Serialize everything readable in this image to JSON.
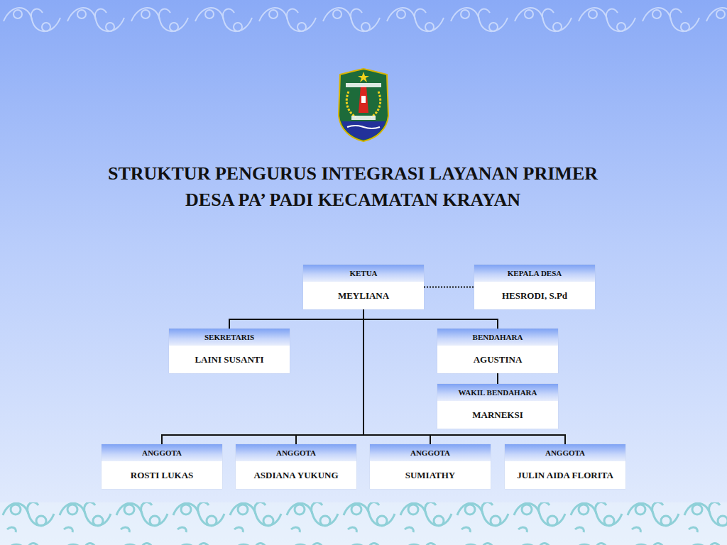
{
  "diagram": {
    "title": "STRUKTUR PENGURUS INTEGRASI LAYANAN PRIMER DESA PA’ PADI KECAMATAN KRAYAN",
    "nodes": [
      {
        "text": [
          "KETUA",
          "MEYLIANA"
        ]
      },
      {
        "text": [
          "KEPALA DESA",
          "HESRODI, S.Pd"
        ]
      },
      {
        "text": [
          "SEKRETARIS",
          "LAINI SUSANTI"
        ]
      },
      {
        "text": [
          "BENDAHARA",
          "AGUSTINA"
        ]
      },
      {
        "text": [
          "WAKIL BENDAHARA",
          "MARNEKSI"
        ]
      },
      {
        "text": [
          "ANGGOTA",
          "ROSTI LUKAS"
        ]
      },
      {
        "text": [
          "ANGGOTA",
          "ASDIANA YUKUNG"
        ]
      },
      {
        "text": [
          "ANGGOTA",
          "SUMIATHY"
        ]
      },
      {
        "text": [
          "ANGGOTA",
          "JULIN AIDA FLORITA"
        ]
      }
    ],
    "edges": [
      {
        "from": 0,
        "to": 1,
        "arrow": "none"
      },
      {
        "from": 0,
        "to": 2,
        "arrow": "none"
      },
      {
        "from": 0,
        "to": 3,
        "arrow": "none"
      },
      {
        "from": 3,
        "to": 4,
        "arrow": "none"
      },
      {
        "from": 0,
        "to": 5,
        "arrow": "none"
      },
      {
        "from": 0,
        "to": 6,
        "arrow": "none"
      },
      {
        "from": 0,
        "to": 7,
        "arrow": "none"
      },
      {
        "from": 0,
        "to": 8,
        "arrow": "none"
      }
    ]
  }
}
